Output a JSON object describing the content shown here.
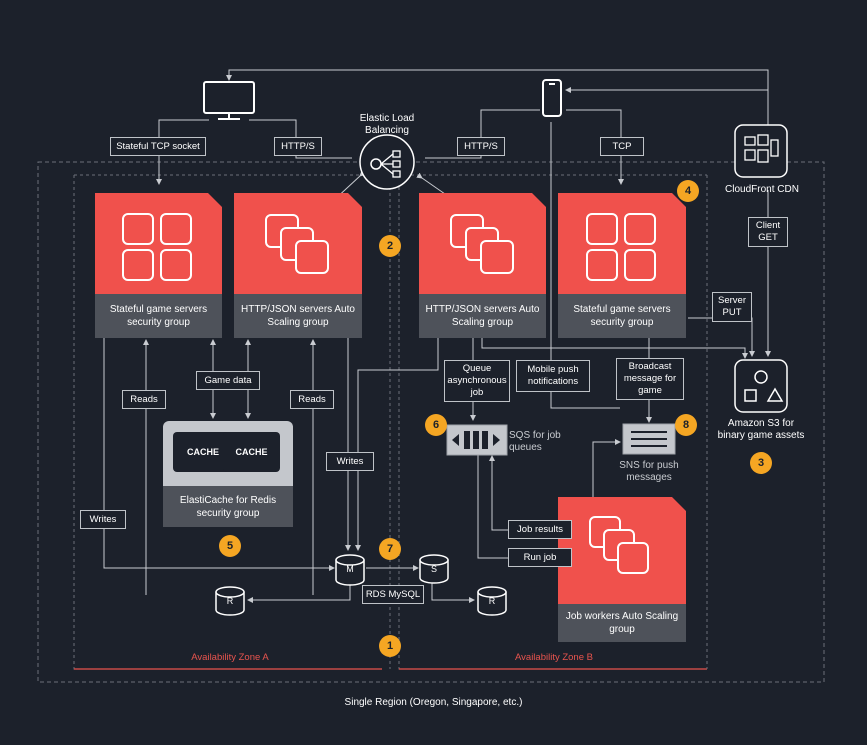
{
  "region": {
    "label": "Single Region (Oregon, Singapore, etc.)"
  },
  "zones": {
    "a_label": "Availability Zone A",
    "b_label": "Availability Zone B"
  },
  "elb": {
    "label": "Elastic Load Balancing"
  },
  "connections": {
    "stateful_tcp": "Stateful TCP socket",
    "https_left": "HTTP/S",
    "https_right": "HTTP/S",
    "tcp": "TCP",
    "client_get": "Client GET",
    "server_put": "Server PUT",
    "game_data": "Game data",
    "reads_left": "Reads",
    "reads_right": "Reads",
    "writes_left": "Writes",
    "writes_mid": "Writes",
    "queue_async": "Queue asynchronous job",
    "mobile_push": "Mobile push notifications",
    "broadcast": "Broadcast message for game",
    "job_results": "Job results",
    "run_job": "Run job",
    "rds_mysql": "RDS MySQL"
  },
  "groups": {
    "stateful_a": "Stateful game servers security group",
    "http_a": "HTTP/JSON servers Auto Scaling group",
    "http_b": "HTTP/JSON servers Auto Scaling group",
    "stateful_b": "Stateful game servers security group",
    "elasticache": "ElastiCache for Redis security group",
    "job_workers": "Job workers Auto Scaling group"
  },
  "cache": {
    "node1": "CACHE",
    "node2": "CACHE"
  },
  "services": {
    "cloudfront": "CloudFront CDN",
    "s3": "Amazon S3 for binary game assets",
    "sqs": "SQS for job queues",
    "sns": "SNS for push messages"
  },
  "db": {
    "master": "M",
    "standby": "S",
    "replica_a": "R",
    "replica_b": "R"
  },
  "badges": {
    "b1": "1",
    "b2": "2",
    "b3": "3",
    "b4": "4",
    "b5": "5",
    "b6": "6",
    "b7": "7",
    "b8": "8"
  },
  "colors": {
    "background": "#1c212b",
    "server_red": "#f0514c",
    "label_gray": "#4e525a",
    "badge": "#f5a623",
    "zone_line": "#e8544e"
  },
  "icons": [
    "desktop-monitor-icon",
    "mobile-phone-icon",
    "load-balancer-icon",
    "game-server-icon",
    "http-server-icon",
    "cloudfront-icon",
    "s3-icon",
    "sqs-queue-icon",
    "sns-icon",
    "database-icon"
  ]
}
